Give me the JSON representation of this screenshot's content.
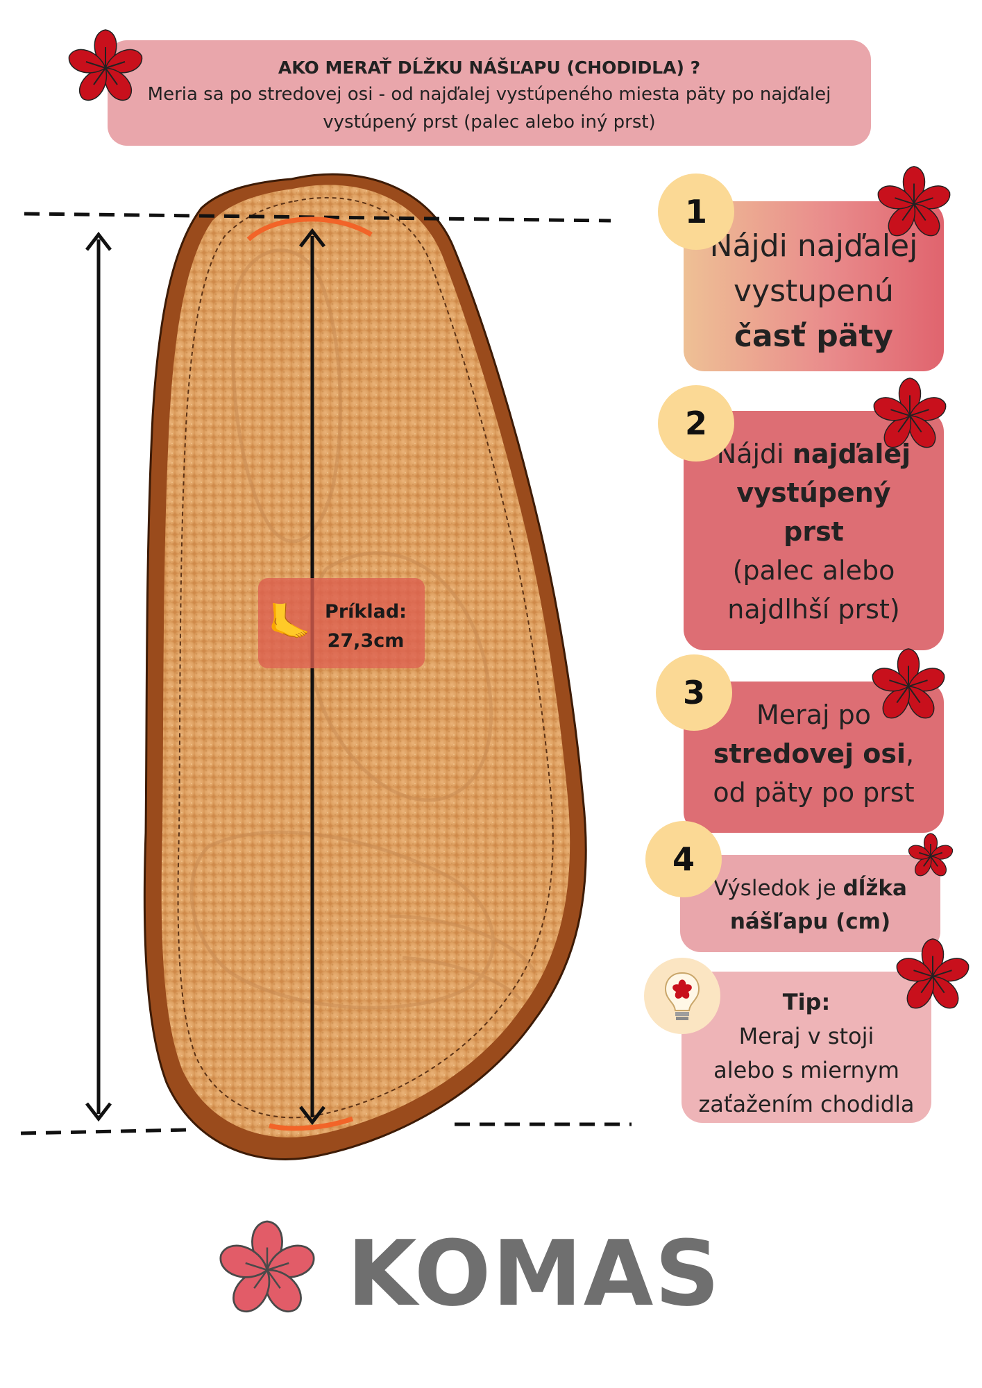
{
  "header": {
    "title": "AKO MERAŤ DĹŽKU NÁŠĽAPU (CHODIDLA) ?",
    "text_line1": "Meria sa po stredovej osi - od najďalej vystúpeného miesta päty po najďalej",
    "text_line2": "vystúpený prst (palec alebo iný prst)"
  },
  "example": {
    "label": "Príklad:",
    "value": "27,3cm"
  },
  "steps": [
    {
      "number": "1",
      "line1": "Nájdi najďalej",
      "line2": "vystupenú",
      "line3_bold": "časť päty"
    },
    {
      "number": "2",
      "line1_plain": "Nájdi ",
      "line1_bold": "najďalej",
      "line2_bold": "vystúpený",
      "line3_bold": "prst",
      "line4": "(palec alebo",
      "line5": "najdlhší prst)"
    },
    {
      "number": "3",
      "line1": "Meraj po",
      "line2_bold": "stredovej osi",
      "line2_tail": ",",
      "line3": "od päty po prst"
    },
    {
      "number": "4",
      "line1_plain": "Výsledok je ",
      "line1_bold": "dĺžka",
      "line2_bold": "nášľapu (cm)"
    }
  ],
  "tip": {
    "title": "Tip:",
    "line1": "Meraj v stoji",
    "line2": "alebo s miernym",
    "line3": "zaťažením chodidla"
  },
  "brand": {
    "name": "KOMAS"
  },
  "colors": {
    "banner": "#e9a6ab",
    "step_dark": "#dd6e74",
    "step_light": "#e9a6ab",
    "badge": "#fbd995",
    "flower_red": "#c8101c",
    "logo_pink": "#e25c68",
    "logo_gray": "#6f6f6f"
  }
}
